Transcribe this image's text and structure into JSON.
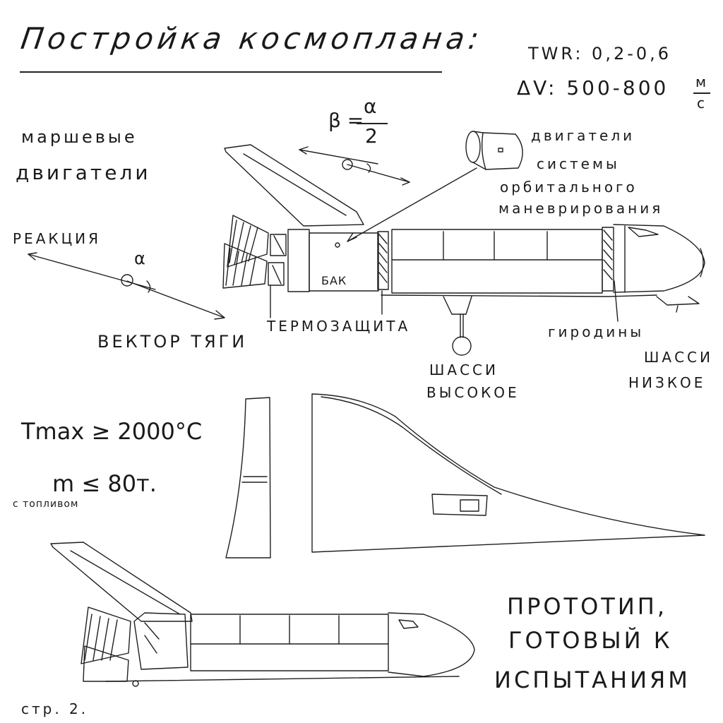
{
  "title": "Постройка космоплана:",
  "specs": {
    "twr": "TWR: 0,2-0,6",
    "dv_prefix": "ΔV: 500-800",
    "dv_unit_num": "м",
    "dv_unit_den": "с"
  },
  "formula": {
    "lhs": "β =",
    "num": "α",
    "den": "2"
  },
  "labels": {
    "main_engines_1": "маршевые",
    "main_engines_2": "двигатели",
    "reaction": "РЕАКЦИЯ",
    "alpha": "α",
    "thrust_vector": "ВЕКТОР ТЯГИ",
    "oms_1": "двигатели",
    "oms_2": "системы",
    "oms_3": "орбитального",
    "oms_4": "маневрирования",
    "tank": "БАК",
    "heat_shield": "ТЕРМОЗАЩИТА",
    "gyrodynes": "гиродины",
    "gear_high_1": "ШАССИ",
    "gear_high_2": "ВЫСОКОЕ",
    "gear_low_1": "ШАССИ",
    "gear_low_2": "НИЗКОЕ"
  },
  "notes": {
    "tmax": "Tmax ≥ 2000°C",
    "mass": "m ≤ 80т.",
    "mass_note": "с топливом"
  },
  "prototype": {
    "line1": "ПРОТОТИП,",
    "line2": "ГОТОВЫЙ К",
    "line3": "ИСПЫТАНИЯМ"
  },
  "page": "стр. 2."
}
